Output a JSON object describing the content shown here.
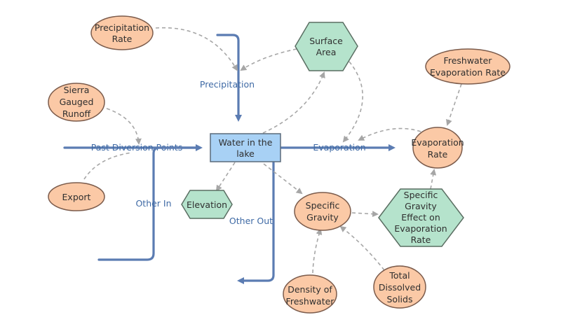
{
  "colors": {
    "auxiliary_fill": "#fbc9a6",
    "hexagon_fill": "#b5e3cc",
    "stock_fill": "#a8d1f5",
    "flow": "#5b7cb2",
    "link": "#a6a6a6",
    "flow_label": "#3f6aa5"
  },
  "stock": {
    "line1": "Water in the",
    "line2": "lake"
  },
  "auxiliaries": {
    "precipitation_rate": {
      "line1": "Precipitation",
      "line2": "Rate"
    },
    "sierra_runoff": {
      "line1": "Sierra",
      "line2": "Gauged",
      "line3": "Runoff"
    },
    "export": {
      "line1": "Export"
    },
    "freshwater_evaporation_rate": {
      "line1": "Freshwater",
      "line2": "Evaporation Rate"
    },
    "evaporation_rate": {
      "line1": "Evaporation",
      "line2": "Rate"
    },
    "specific_gravity": {
      "line1": "Specific",
      "line2": "Gravity"
    },
    "density_of_freshwater": {
      "line1": "Density of",
      "line2": "Freshwater"
    },
    "total_dissolved_solids": {
      "line1": "Total",
      "line2": "Dissolved",
      "line3": "Solids"
    }
  },
  "converters": {
    "surface_area": {
      "line1": "Surface",
      "line2": "Area"
    },
    "elevation": {
      "line1": "Elevation"
    },
    "sg_effect": {
      "line1": "Specific",
      "line2": "Gravity",
      "line3": "Effect on",
      "line4": "Evaporation",
      "line5": "Rate"
    }
  },
  "flows": {
    "precipitation": "Precipitation",
    "past_diversion": "Past Diversion Points",
    "other_in": "Other In",
    "other_out": "Other Out",
    "evaporation": "Evaporation"
  }
}
